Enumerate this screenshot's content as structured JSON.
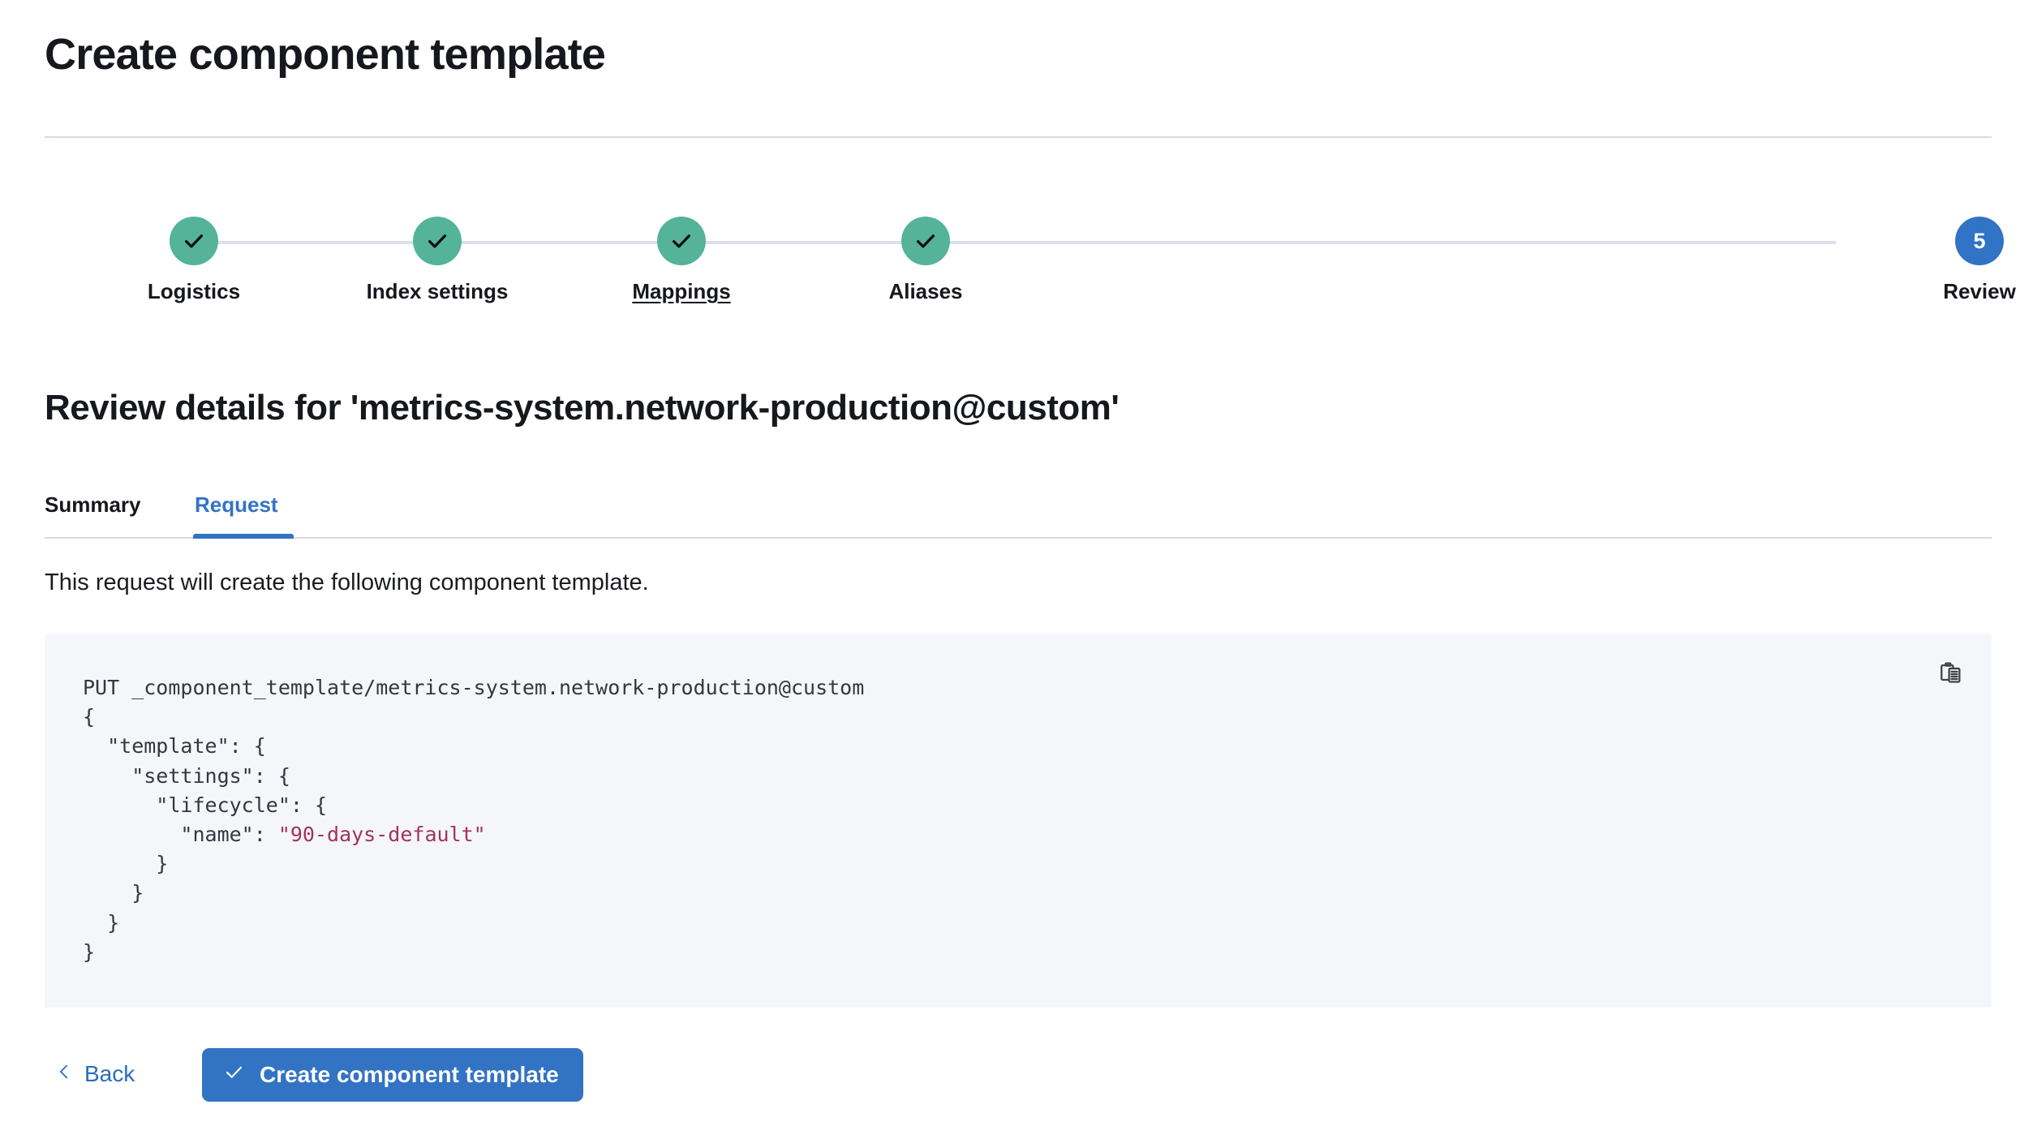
{
  "page": {
    "title": "Create component template"
  },
  "stepper": {
    "steps": [
      {
        "label": "Logistics",
        "state": "done",
        "icon": "check-icon",
        "number": "1"
      },
      {
        "label": "Index settings",
        "state": "done",
        "icon": "check-icon",
        "number": "2"
      },
      {
        "label": "Mappings",
        "state": "done",
        "icon": "check-icon",
        "number": "3",
        "hovered": true
      },
      {
        "label": "Aliases",
        "state": "done",
        "icon": "check-icon",
        "number": "4"
      },
      {
        "label": "Review",
        "state": "current",
        "icon": "",
        "number": "5"
      }
    ]
  },
  "review": {
    "heading": "Review details for 'metrics-system.network-production@custom'",
    "tabs": [
      {
        "label": "Summary",
        "active": false
      },
      {
        "label": "Request",
        "active": true
      }
    ],
    "description": "This request will create the following component template."
  },
  "request": {
    "method_line": "PUT _component_template/metrics-system.network-production@custom",
    "body_before_value": "{\n  \"template\": {\n    \"settings\": {\n      \"lifecycle\": {\n        \"name\": ",
    "body_value": "\"90-days-default\"",
    "body_after_value": "\n      }\n    }\n  }\n}",
    "copy_icon": "copy-clipboard-icon"
  },
  "footer": {
    "back_label": "Back",
    "back_icon": "chevron-left-icon",
    "submit_label": "Create component template",
    "submit_icon": "check-icon"
  },
  "colors": {
    "accent_blue": "#3273c4",
    "success_teal": "#54b399",
    "code_bg": "#f4f6fa",
    "code_string": "#a4325b",
    "divider": "#d6dae4"
  }
}
